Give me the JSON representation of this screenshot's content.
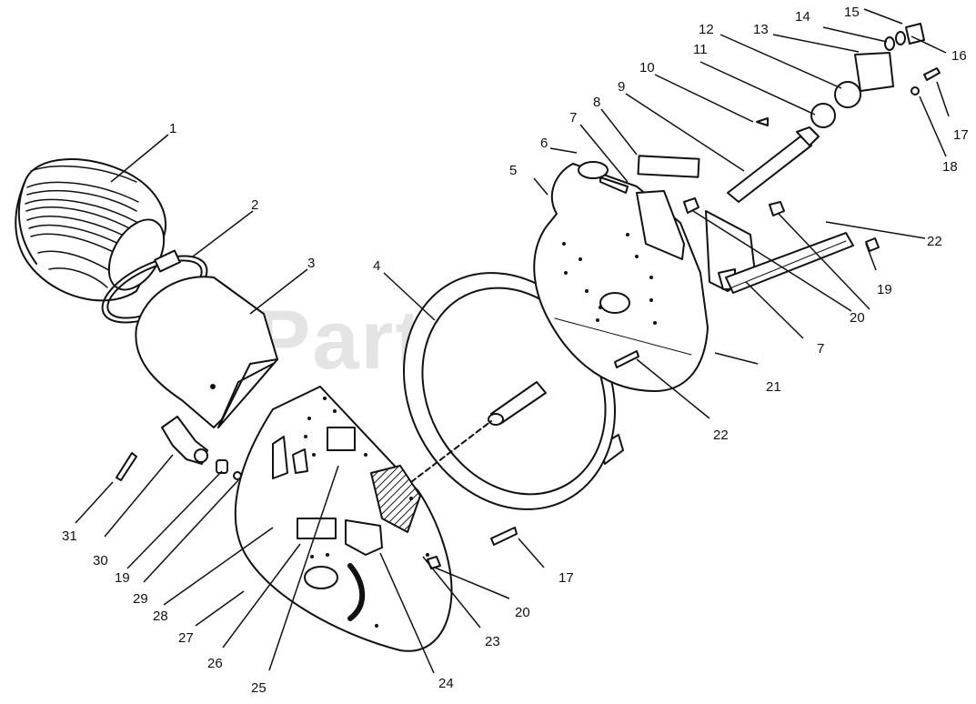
{
  "watermark": "PartsTree",
  "callouts": [
    {
      "id": "c1",
      "label": "1"
    },
    {
      "id": "c2",
      "label": "2"
    },
    {
      "id": "c3",
      "label": "3"
    },
    {
      "id": "c4",
      "label": "4"
    },
    {
      "id": "c5",
      "label": "5"
    },
    {
      "id": "c6",
      "label": "6"
    },
    {
      "id": "c7a",
      "label": "7"
    },
    {
      "id": "c7b",
      "label": "7"
    },
    {
      "id": "c8",
      "label": "8"
    },
    {
      "id": "c9",
      "label": "9"
    },
    {
      "id": "c10",
      "label": "10"
    },
    {
      "id": "c11",
      "label": "11"
    },
    {
      "id": "c12",
      "label": "12"
    },
    {
      "id": "c13",
      "label": "13"
    },
    {
      "id": "c14",
      "label": "14"
    },
    {
      "id": "c15",
      "label": "15"
    },
    {
      "id": "c16",
      "label": "16"
    },
    {
      "id": "c17a",
      "label": "17"
    },
    {
      "id": "c17b",
      "label": "17"
    },
    {
      "id": "c18",
      "label": "18"
    },
    {
      "id": "c19a",
      "label": "19"
    },
    {
      "id": "c19b",
      "label": "19"
    },
    {
      "id": "c20a",
      "label": "20"
    },
    {
      "id": "c20b",
      "label": "20"
    },
    {
      "id": "c21",
      "label": "21"
    },
    {
      "id": "c22a",
      "label": "22"
    },
    {
      "id": "c22b",
      "label": "22"
    },
    {
      "id": "c23",
      "label": "23"
    },
    {
      "id": "c24",
      "label": "24"
    },
    {
      "id": "c25",
      "label": "25"
    },
    {
      "id": "c26",
      "label": "26"
    },
    {
      "id": "c27",
      "label": "27"
    },
    {
      "id": "c28",
      "label": "28"
    },
    {
      "id": "c29",
      "label": "29"
    },
    {
      "id": "c30",
      "label": "30"
    },
    {
      "id": "c31",
      "label": "31"
    }
  ]
}
